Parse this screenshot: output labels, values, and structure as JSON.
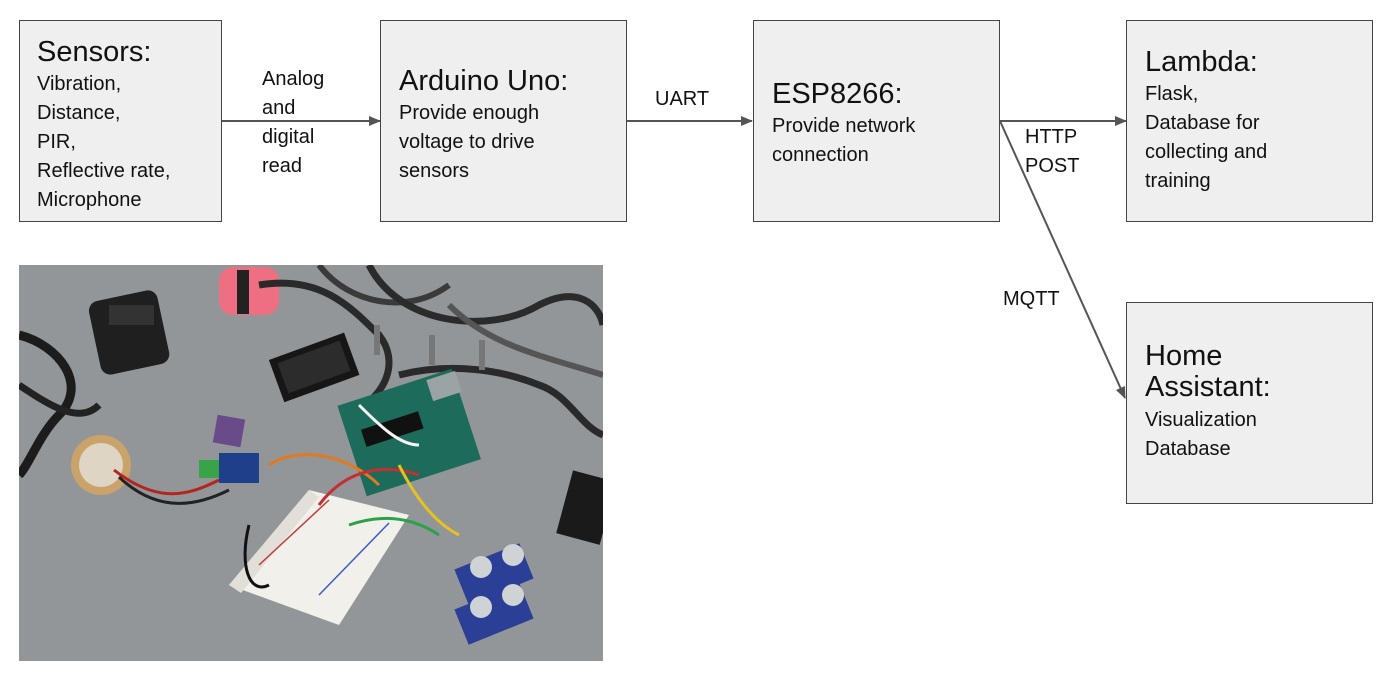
{
  "nodes": {
    "sensors": {
      "title": "Sensors:",
      "body": "Vibration,\nDistance,\nPIR,\nReflective rate,\nMicrophone"
    },
    "arduino": {
      "title": "Arduino Uno:",
      "body": "Provide enough\nvoltage to drive\nsensors"
    },
    "esp": {
      "title": "ESP8266:",
      "body": "Provide network\nconnection"
    },
    "lambda": {
      "title": "Lambda:",
      "body": "Flask,\nDatabase for\ncollecting and\ntraining"
    },
    "home": {
      "title": "Home\nAssistant:",
      "body": "Visualization\nDatabase"
    }
  },
  "edges": {
    "sensors_arduino": "Analog\nand\ndigital\nread",
    "arduino_esp": "UART",
    "esp_lambda": "HTTP\nPOST",
    "esp_home": "MQTT"
  },
  "colors": {
    "box_fill": "#efefef",
    "box_border": "#444444",
    "arrow": "#555555"
  }
}
